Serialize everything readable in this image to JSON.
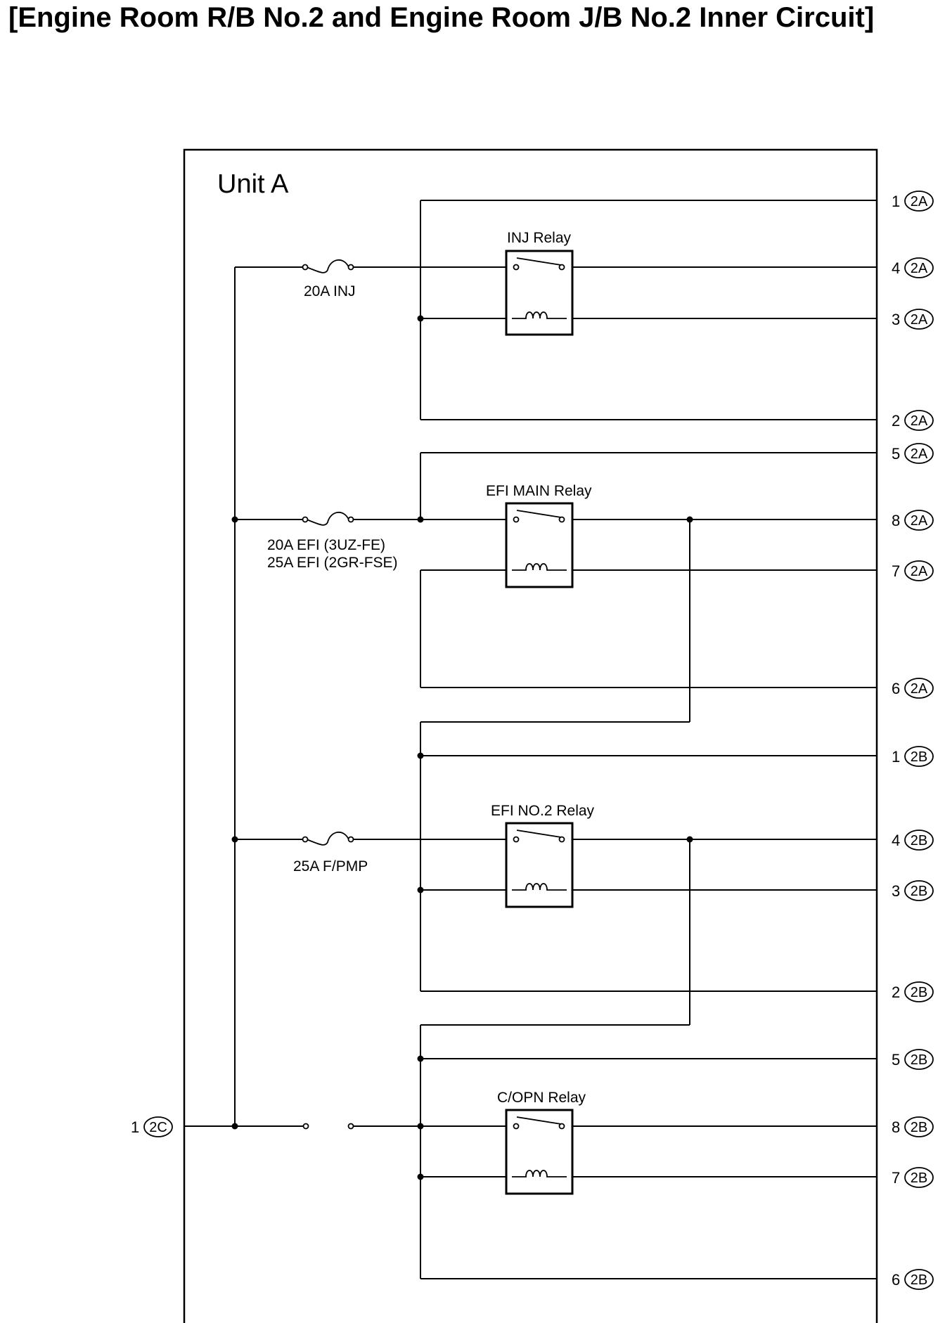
{
  "title": "[Engine Room R/B No.2 and Engine Room J/B No.2 Inner Circuit]",
  "unit_label": "Unit A",
  "relays": {
    "inj": "INJ Relay",
    "efi_main": "EFI MAIN Relay",
    "efi_no2": "EFI NO.2 Relay",
    "copn": "C/OPN Relay"
  },
  "fuses": {
    "inj": "20A INJ",
    "efi_line1": "20A EFI (3UZ-FE)",
    "efi_line2": "25A EFI (2GR-FSE)",
    "fpmp": "25A F/PMP"
  },
  "terminals": {
    "t1_2A": {
      "pin": "1",
      "conn": "2A"
    },
    "t4_2A": {
      "pin": "4",
      "conn": "2A"
    },
    "t3_2A": {
      "pin": "3",
      "conn": "2A"
    },
    "t2_2A": {
      "pin": "2",
      "conn": "2A"
    },
    "t5_2A": {
      "pin": "5",
      "conn": "2A"
    },
    "t8_2A": {
      "pin": "8",
      "conn": "2A"
    },
    "t7_2A": {
      "pin": "7",
      "conn": "2A"
    },
    "t6_2A": {
      "pin": "6",
      "conn": "2A"
    },
    "t1_2B": {
      "pin": "1",
      "conn": "2B"
    },
    "t4_2B": {
      "pin": "4",
      "conn": "2B"
    },
    "t3_2B": {
      "pin": "3",
      "conn": "2B"
    },
    "t2_2B": {
      "pin": "2",
      "conn": "2B"
    },
    "t5_2B": {
      "pin": "5",
      "conn": "2B"
    },
    "t8_2B": {
      "pin": "8",
      "conn": "2B"
    },
    "t7_2B": {
      "pin": "7",
      "conn": "2B"
    },
    "t6_2B": {
      "pin": "6",
      "conn": "2B"
    },
    "t1_2C": {
      "pin": "1",
      "conn": "2C"
    }
  }
}
